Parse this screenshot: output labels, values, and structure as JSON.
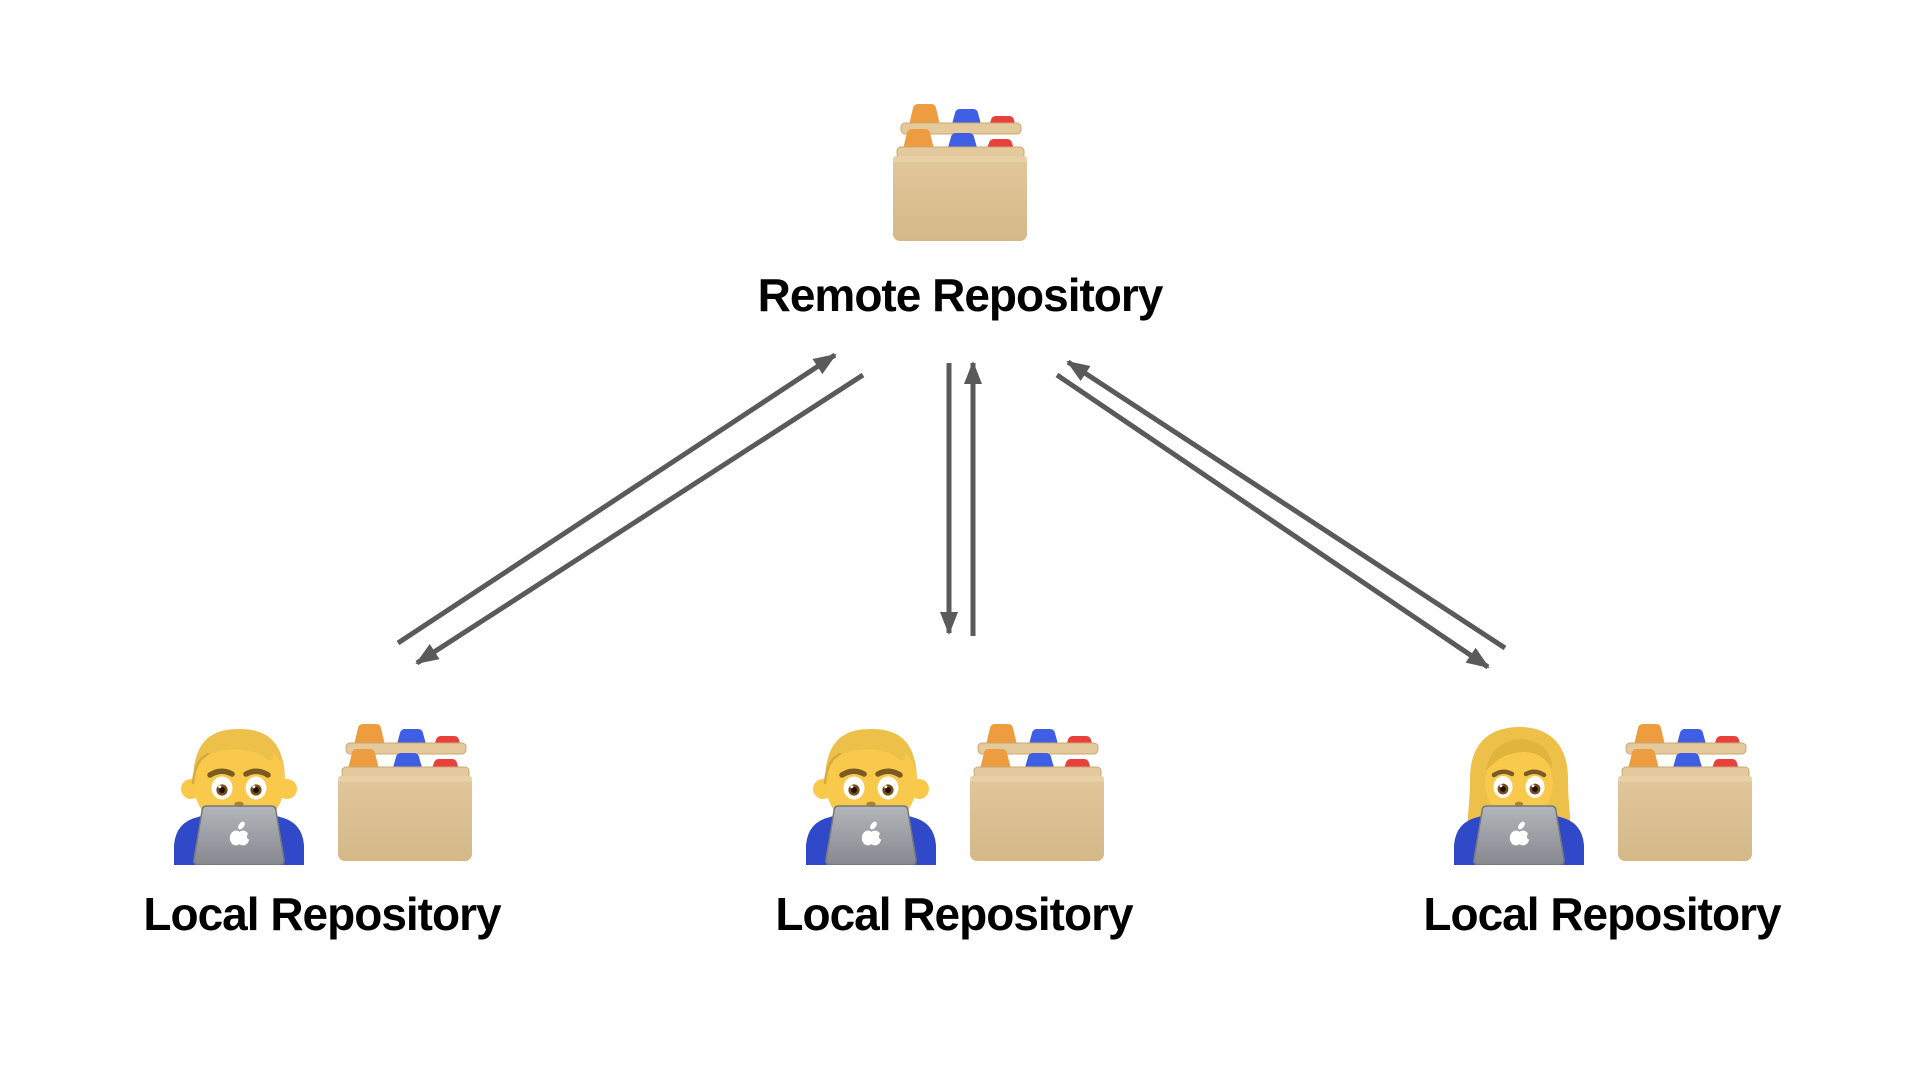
{
  "diagram": {
    "background_color": "#ffffff",
    "text_color": "#000000",
    "remote": {
      "label": "Remote Repository",
      "icon": "card-index-dividers-emoji"
    },
    "locals": [
      {
        "label": "Local Repository",
        "person_icon": "man-technologist-emoji",
        "repo_icon": "card-index-dividers-emoji"
      },
      {
        "label": "Local Repository",
        "person_icon": "man-technologist-emoji",
        "repo_icon": "card-index-dividers-emoji"
      },
      {
        "label": "Local Repository",
        "person_icon": "woman-technologist-emoji",
        "repo_icon": "card-index-dividers-emoji"
      }
    ],
    "arrows": {
      "color": "#5a5a5a",
      "connections": [
        {
          "from": "local-repository-1",
          "to": "remote-repository"
        },
        {
          "from": "remote-repository",
          "to": "local-repository-1"
        },
        {
          "from": "local-repository-2",
          "to": "remote-repository"
        },
        {
          "from": "remote-repository",
          "to": "local-repository-2"
        },
        {
          "from": "local-repository-3",
          "to": "remote-repository"
        },
        {
          "from": "remote-repository",
          "to": "local-repository-3"
        }
      ]
    },
    "emoji_palette": {
      "folder_tan": "#dcc093",
      "divider_strip_tan": "#e3c99c",
      "tab_orange": "#ed9c3f",
      "tab_blue": "#3e5ee3",
      "tab_red": "#e8403a",
      "skin_yellow": "#f8c94b",
      "hair_blond": "#ecc049",
      "laptop_gray": "#9b9ea3",
      "shirt_blue": "#3049c9",
      "apple_logo_white": "#ffffff"
    }
  }
}
